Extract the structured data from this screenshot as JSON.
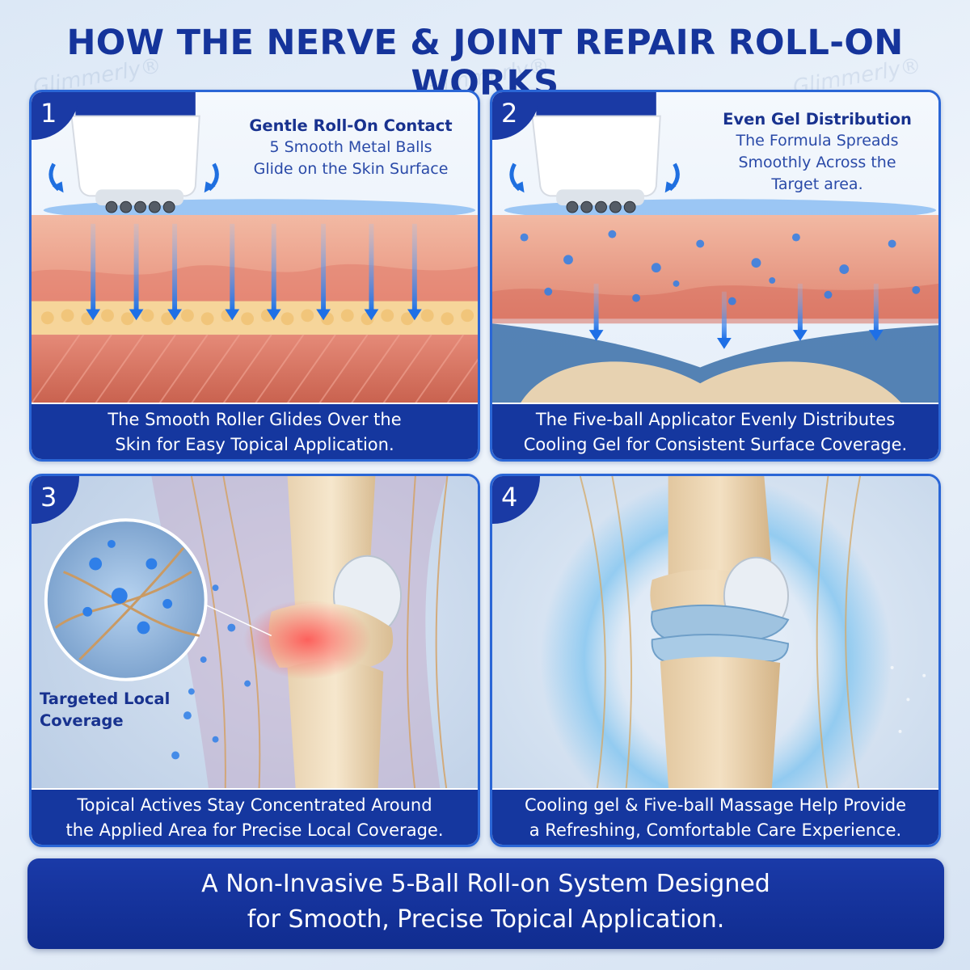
{
  "header": {
    "title": "HOW THE NERVE & JOINT REPAIR ROLL-ON WORKS"
  },
  "watermark": {
    "text": "Glimmerly®"
  },
  "colors": {
    "brand_navy": "#15349b",
    "panel_border": "#2a66d6",
    "caption_bg": "#15379f",
    "gel_blue": "#2f7fe8"
  },
  "panels": [
    {
      "number": "1",
      "callout_title": "Gentle Roll-On Contact",
      "callout_lines": [
        "5 Smooth Metal Balls",
        "Glide on the Skin Surface"
      ],
      "caption_lines": [
        "The Smooth Roller Glides Over the",
        "Skin for Easy Topical Application."
      ]
    },
    {
      "number": "2",
      "callout_title": "Even Gel Distribution",
      "callout_lines": [
        "The Formula Spreads",
        "Smoothly Across the",
        "Target area."
      ],
      "caption_lines": [
        "The Five-ball Applicator Evenly Distributes",
        "Cooling Gel for Consistent Surface Coverage."
      ]
    },
    {
      "number": "3",
      "callout_title_lines": [
        "Targeted Local",
        "Coverage"
      ],
      "caption_lines": [
        "Topical Actives Stay Concentrated Around",
        "the Applied Area for Precise Local Coverage."
      ]
    },
    {
      "number": "4",
      "caption_lines": [
        "Cooling gel & Five-ball Massage Help Provide",
        "a Refreshing, Comfortable Care Experience."
      ]
    }
  ],
  "banner": {
    "lines": [
      "A Non-Invasive 5-Ball Roll-on System Designed",
      "for Smooth, Precise Topical Application."
    ]
  }
}
